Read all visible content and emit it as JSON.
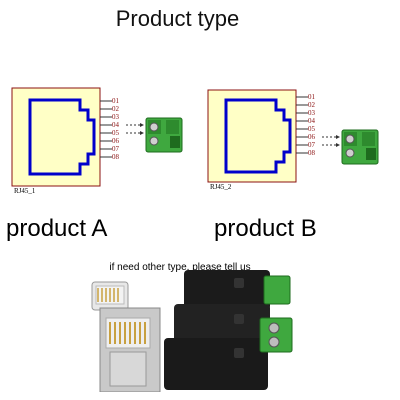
{
  "title": "Product type",
  "diagrams": [
    {
      "name": "RJ45_1",
      "pins": [
        "01",
        "02",
        "03",
        "04",
        "05",
        "06",
        "07",
        "08"
      ]
    },
    {
      "name": "RJ45_2",
      "pins": [
        "01",
        "02",
        "03",
        "04",
        "05",
        "06",
        "07",
        "08"
      ]
    }
  ],
  "product_a_label": "product A",
  "product_b_label": "product B",
  "note": "if need other type, please tell us",
  "colors": {
    "jack_fill": "#ffffc6",
    "jack_outline": "#0000cc",
    "pin_text": "#8b1010",
    "terminal_green": "#3fa83f"
  }
}
